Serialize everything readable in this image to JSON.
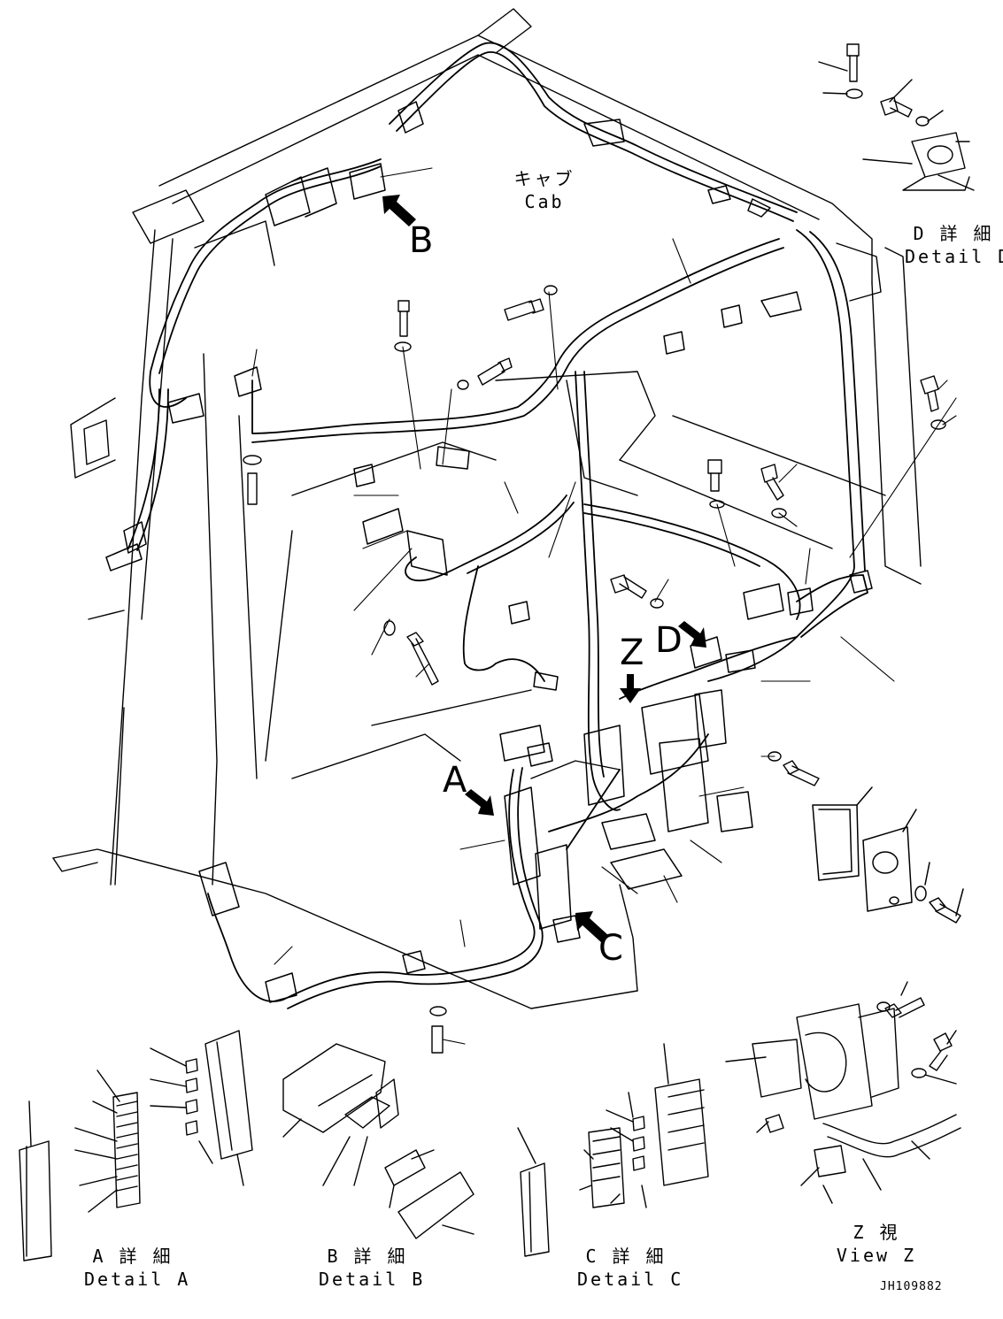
{
  "diagram": {
    "cab_label_jp": "キャブ",
    "cab_label_en": "Cab",
    "callouts": {
      "a": "A",
      "b": "B",
      "c": "C",
      "d": "D",
      "z": "Z"
    },
    "details": {
      "a_jp": "A 詳 細",
      "a_en": "Detail A",
      "b_jp": "B 詳 細",
      "b_en": "Detail B",
      "c_jp": "C 詳 細",
      "c_en": "Detail C",
      "d_jp": "D 詳 細",
      "d_en": "Detail D",
      "z_jp": "Z 視",
      "z_en": "View Z"
    },
    "drawing_code": "JH109882"
  }
}
